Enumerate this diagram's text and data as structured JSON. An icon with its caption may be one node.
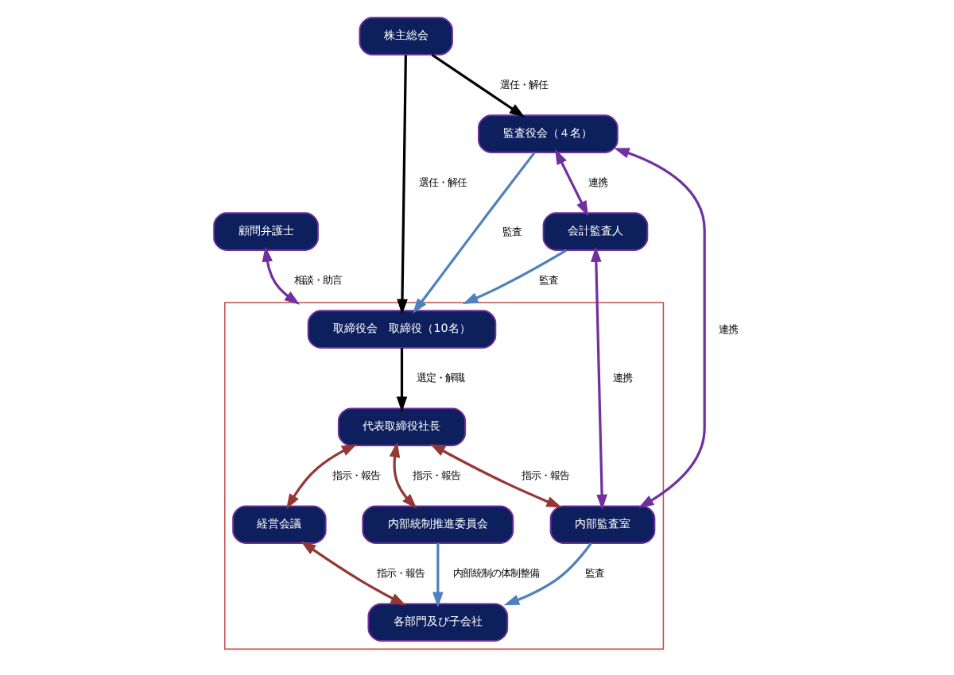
{
  "diagram": {
    "nodes": [
      {
        "text": [
          "株主総会"
        ]
      },
      {
        "text": [
          "顧問弁護士"
        ]
      },
      {
        "text": [],
        "shape": "box"
      },
      {
        "text": [
          "取締役会　取締役（10名）"
        ],
        "in": 2
      },
      {
        "text": [
          "監査役会（４名）"
        ]
      },
      {
        "text": [
          "会計監査人"
        ]
      },
      {
        "text": [
          "代表取締役社長"
        ],
        "in": 2
      },
      {
        "text": [
          "内部監査室"
        ],
        "in": 2
      },
      {
        "text": [
          "経営会議"
        ],
        "in": 2
      },
      {
        "text": [
          "内部統制推進委員会"
        ],
        "in": 2
      },
      {
        "text": [
          "各部門及び子会社"
        ],
        "in": 2
      }
    ],
    "edges": [
      {
        "from": 0,
        "to": 3,
        "arrow": "to",
        "label": "選任・解任",
        "color": "#000000"
      },
      {
        "from": 0,
        "to": 4,
        "arrow": "to",
        "label": "選任・解任",
        "color": "#000000"
      },
      {
        "from": 1,
        "to": 2,
        "arrow": "both",
        "label": "相談・助言",
        "color": "#7030a0"
      },
      {
        "from": 4,
        "to": 3,
        "arrow": "to",
        "label": "監査",
        "color": "#4f81bd"
      },
      {
        "from": 4,
        "to": 5,
        "arrow": "both",
        "label": "連携",
        "color": "#7030a0"
      },
      {
        "from": 5,
        "to": 2,
        "arrow": "to",
        "label": "監査",
        "color": "#4f81bd"
      },
      {
        "from": 5,
        "to": 7,
        "arrow": "both",
        "label": "連携",
        "color": "#7030a0"
      },
      {
        "from": 4,
        "to": 7,
        "arrow": "both",
        "label": "連携",
        "color": "#7030a0"
      },
      {
        "from": 3,
        "to": 6,
        "arrow": "to",
        "label": "選定・解職",
        "color": "#000000"
      },
      {
        "from": 6,
        "to": 7,
        "arrow": "both",
        "label": "指示・報告",
        "color": "#953735"
      },
      {
        "from": 6,
        "to": 8,
        "arrow": "both",
        "label": "指示・報告",
        "color": "#953735"
      },
      {
        "from": 6,
        "to": 9,
        "arrow": "both",
        "label": "指示・報告",
        "color": "#953735"
      },
      {
        "from": 8,
        "to": 10,
        "arrow": "both",
        "label": "指示・報告",
        "color": "#953735"
      },
      {
        "from": 9,
        "to": 10,
        "arrow": "to",
        "label": "内部統制の体制整備",
        "color": "#4f81bd"
      },
      {
        "from": 7,
        "to": 10,
        "arrow": "to",
        "label": "監査",
        "color": "#4f81bd"
      }
    ]
  }
}
